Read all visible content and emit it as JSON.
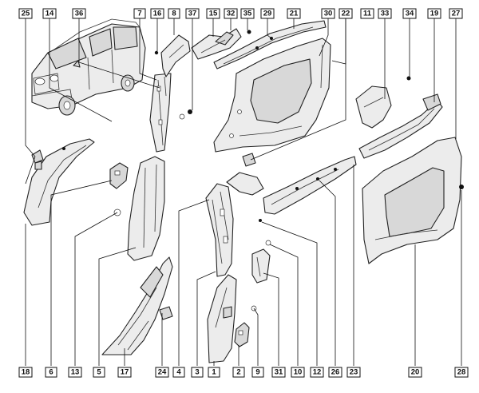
{
  "diagram": {
    "callouts_top": [
      "25",
      "14",
      "36",
      "7",
      "16",
      "37",
      "8",
      "15",
      "32",
      "35",
      "29",
      "21",
      "30",
      "22",
      "11",
      "33",
      "34",
      "19",
      "27"
    ],
    "callouts_bottom": [
      "18",
      "6",
      "13",
      "5",
      "17",
      "24",
      "4",
      "3",
      "1",
      "2",
      "9",
      "31",
      "10",
      "12",
      "26",
      "23",
      "20",
      "28"
    ]
  }
}
